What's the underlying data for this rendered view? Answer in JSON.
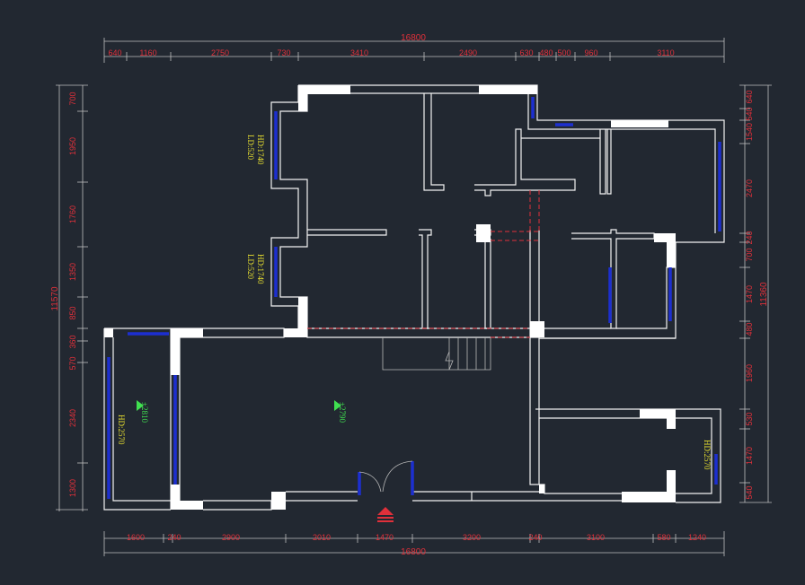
{
  "drawing": {
    "dims_top": [
      "640",
      "1160",
      "2750",
      "730",
      "3410",
      "2490",
      "630",
      "480",
      "500",
      "960",
      "3110"
    ],
    "dim_top_total": "16800",
    "dims_bottom": [
      "1600",
      "240",
      "2900",
      "2010",
      "1470",
      "3200",
      "240",
      "3100",
      "580",
      "1240"
    ],
    "dim_bottom_total": "16800",
    "dims_left": [
      "700",
      "1950",
      "1760",
      "1350",
      "850",
      "360",
      "570",
      "2340",
      "1300"
    ],
    "dim_left_total": "11570",
    "dims_right": [
      "640",
      "540",
      "1540",
      "2470",
      "240",
      "700",
      "1470",
      "480",
      "1960",
      "530",
      "1470",
      "540"
    ],
    "dim_right_total": "11360",
    "window_notes": [
      {
        "hd": "HD:1740",
        "ld": "LD:520"
      },
      {
        "hd": "HD:1740",
        "ld": "LD:520"
      },
      {
        "hd": "HD:2570"
      },
      {
        "hd": "HD:2570"
      }
    ],
    "elevations": [
      "±2810",
      "±2790"
    ],
    "colors": {
      "background": "#222831",
      "dimension_text": "#e0303a",
      "window": "#1c2fd0",
      "note_text": "#e8e030",
      "elevation_marker": "#40e050",
      "wall": "#f2f2f2"
    },
    "icons": [
      "entrance-arrow-icon",
      "elevation-marker-icon"
    ]
  }
}
